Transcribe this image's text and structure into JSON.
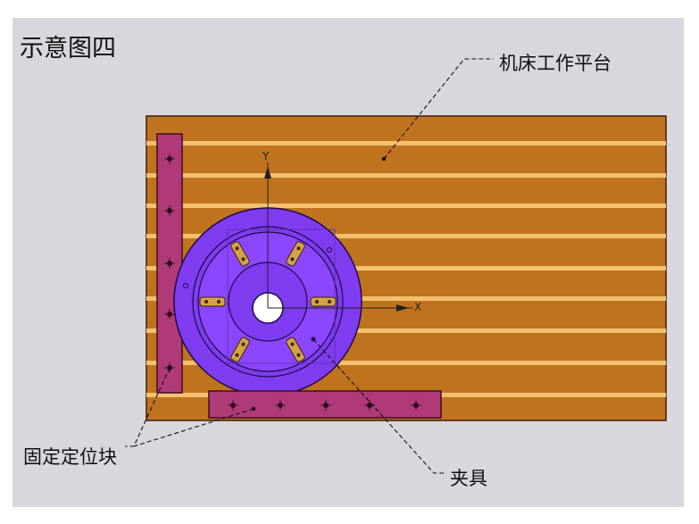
{
  "title": "示意图四",
  "labels": {
    "machine_table": "机床工作平台",
    "positioning_blocks": "固定定位块",
    "fixture": "夹具"
  },
  "axes": {
    "x": "X",
    "y": "Y"
  },
  "colors": {
    "background": "#d9d6dd",
    "table": "#c0731f",
    "table_slot": "#f3c06e",
    "blocks": "#b03a78",
    "fixture_outer": "#7f3cf0",
    "fixture_inner": "#8b46ff",
    "jaw": "#d6a247"
  }
}
